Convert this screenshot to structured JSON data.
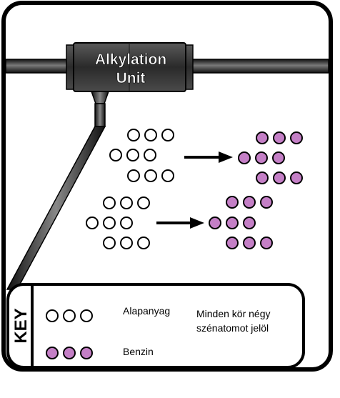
{
  "unit": {
    "line1": "Alkylation",
    "line2": "Unit"
  },
  "reaction": {
    "rows": [
      {
        "input_circles": 9,
        "output_circles": 9
      },
      {
        "input_circles": 9,
        "output_circles": 9
      }
    ]
  },
  "key": {
    "title": "KEY",
    "items": [
      {
        "symbol": "empty-circle",
        "count": 3,
        "label": "Alapanyag"
      },
      {
        "symbol": "filled-circle",
        "count": 3,
        "label": "Benzin"
      }
    ],
    "note_line1": "Minden kör négy",
    "note_line2": "szénatomot jelöl"
  },
  "colors": {
    "filled_circle": "#c47fc6",
    "outline": "#000000",
    "unit_body": "#3c3c3c",
    "background": "#ffffff"
  }
}
